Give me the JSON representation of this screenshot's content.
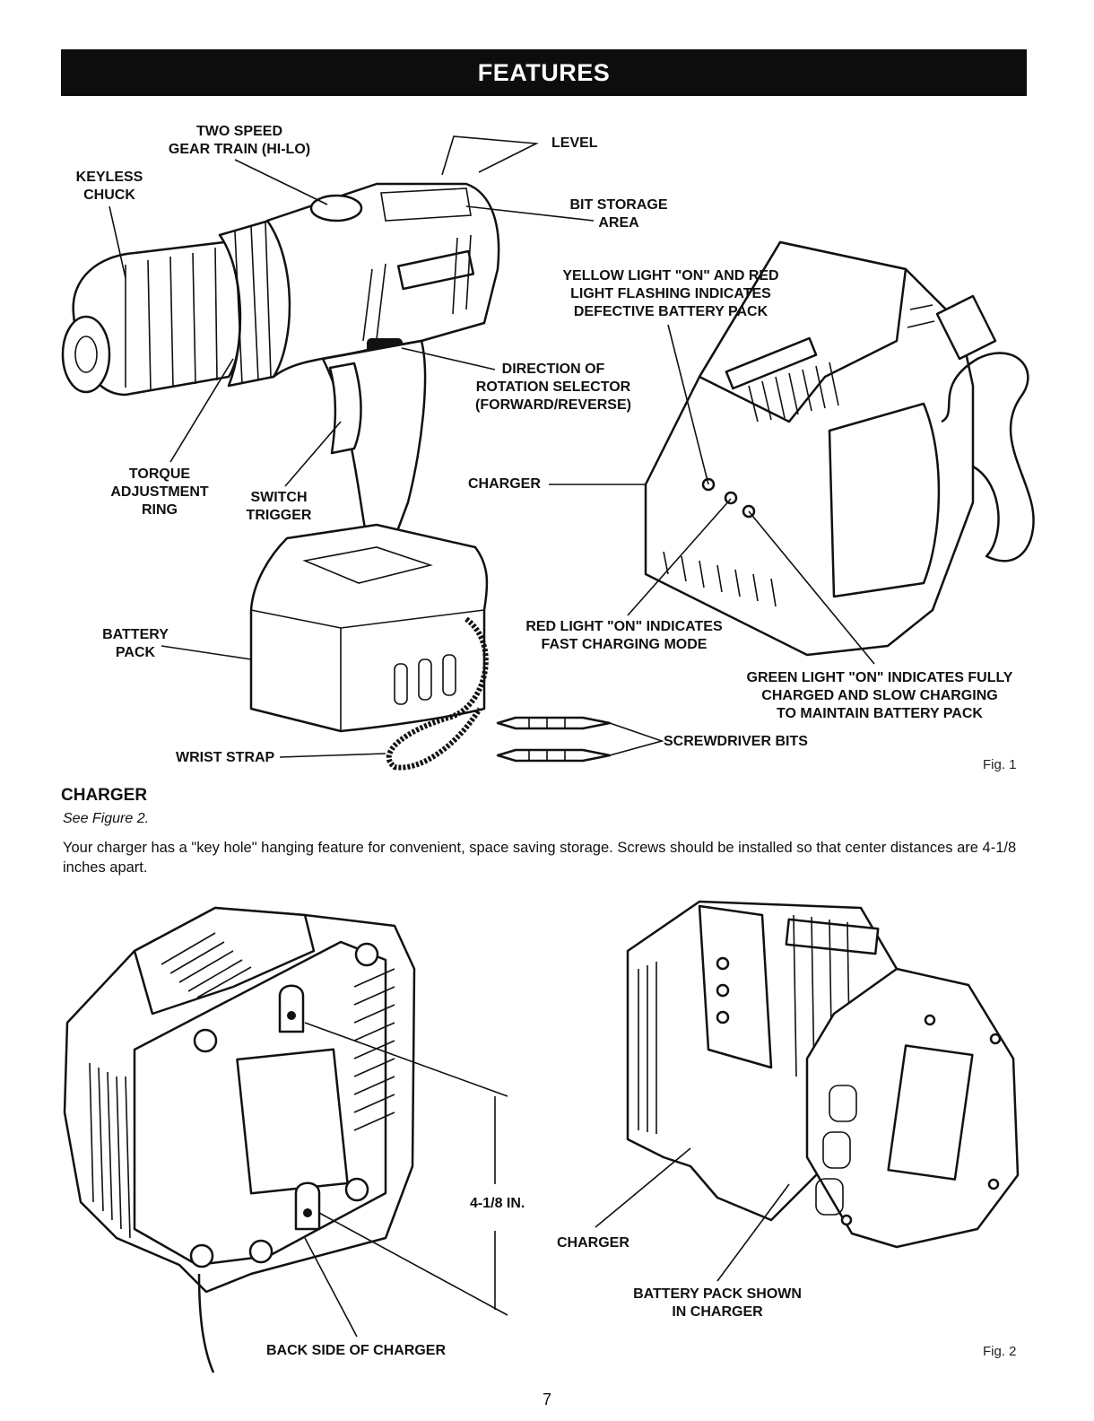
{
  "banner": {
    "title": "FEATURES"
  },
  "fig1": {
    "labels": {
      "keyless_chuck": "KEYLESS\nCHUCK",
      "two_speed": "TWO SPEED\nGEAR TRAIN (HI-LO)",
      "level": "LEVEL",
      "bit_storage": "BIT STORAGE\nAREA",
      "yellow_light": "YELLOW LIGHT \"ON\" AND RED\nLIGHT FLASHING INDICATES\nDEFECTIVE BATTERY PACK",
      "direction": "DIRECTION OF\nROTATION SELECTOR\n(FORWARD/REVERSE)",
      "charger": "CHARGER",
      "torque": "TORQUE\nADJUSTMENT\nRING",
      "switch_trigger": "SWITCH\nTRIGGER",
      "battery_pack": "BATTERY\nPACK",
      "red_light": "RED LIGHT \"ON\" INDICATES\nFAST CHARGING MODE",
      "green_light": "GREEN LIGHT \"ON\" INDICATES FULLY\nCHARGED AND SLOW CHARGING\nTO MAINTAIN BATTERY PACK",
      "screwdriver_bits": "SCREWDRIVER BITS",
      "wrist_strap": "WRIST STRAP"
    },
    "caption": "Fig. 1"
  },
  "charger_section": {
    "title": "CHARGER",
    "see": "See Figure 2.",
    "body": "Your charger has a \"key hole\" hanging feature for convenient, space saving storage. Screws should be installed so that center distances are 4-1/8 inches apart."
  },
  "fig2": {
    "labels": {
      "distance": "4-1/8 in.",
      "back_side": "BACK SIDE OF CHARGER",
      "charger": "CHARGER",
      "battery_in_charger": "BATTERY PACK SHOWN\nIN CHARGER"
    },
    "caption": "Fig. 2"
  },
  "page_number": "7"
}
